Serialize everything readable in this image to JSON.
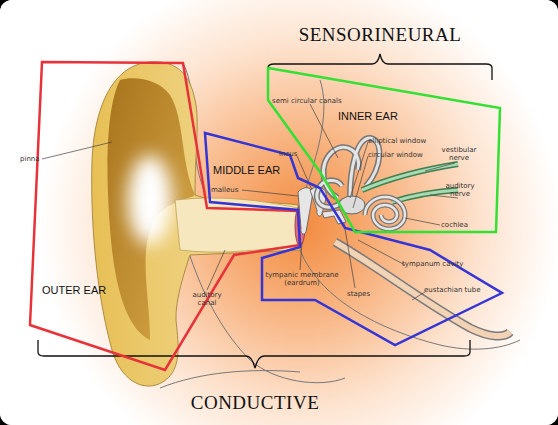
{
  "diagram": {
    "nodes": [
      {
        "text": [
          "OUTER EAR"
        ]
      },
      {
        "text": [
          "MIDDLE EAR"
        ]
      },
      {
        "text": [
          "INNER EAR"
        ]
      }
    ],
    "labels": [
      "SENSORINEURAL",
      "semi circular canals",
      "incus",
      "elliptical window",
      "circular window",
      "vestibular nerve",
      "pinna",
      "malleus",
      "auditory nerve",
      "cochlea",
      "tympanum cavity",
      "tympanic membrane (eardrum)",
      "auditory canal",
      "stapes",
      "eustachian tube",
      "CONDUCTIVE"
    ]
  }
}
